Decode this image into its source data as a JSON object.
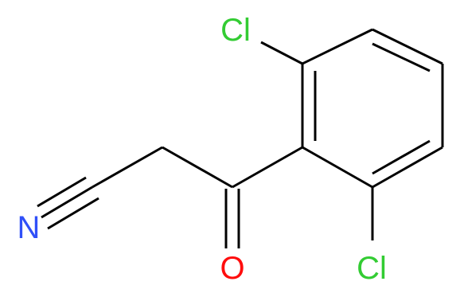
{
  "molecule": {
    "atoms": {
      "cl_top": {
        "symbol": "Cl",
        "color": "#33cc33"
      },
      "cl_bottom": {
        "symbol": "Cl",
        "color": "#33cc33"
      },
      "oxygen": {
        "symbol": "O",
        "color": "#ff0d0d"
      },
      "nitrogen": {
        "symbol": "N",
        "color": "#3050f8"
      }
    },
    "bond_color": "#000000"
  }
}
